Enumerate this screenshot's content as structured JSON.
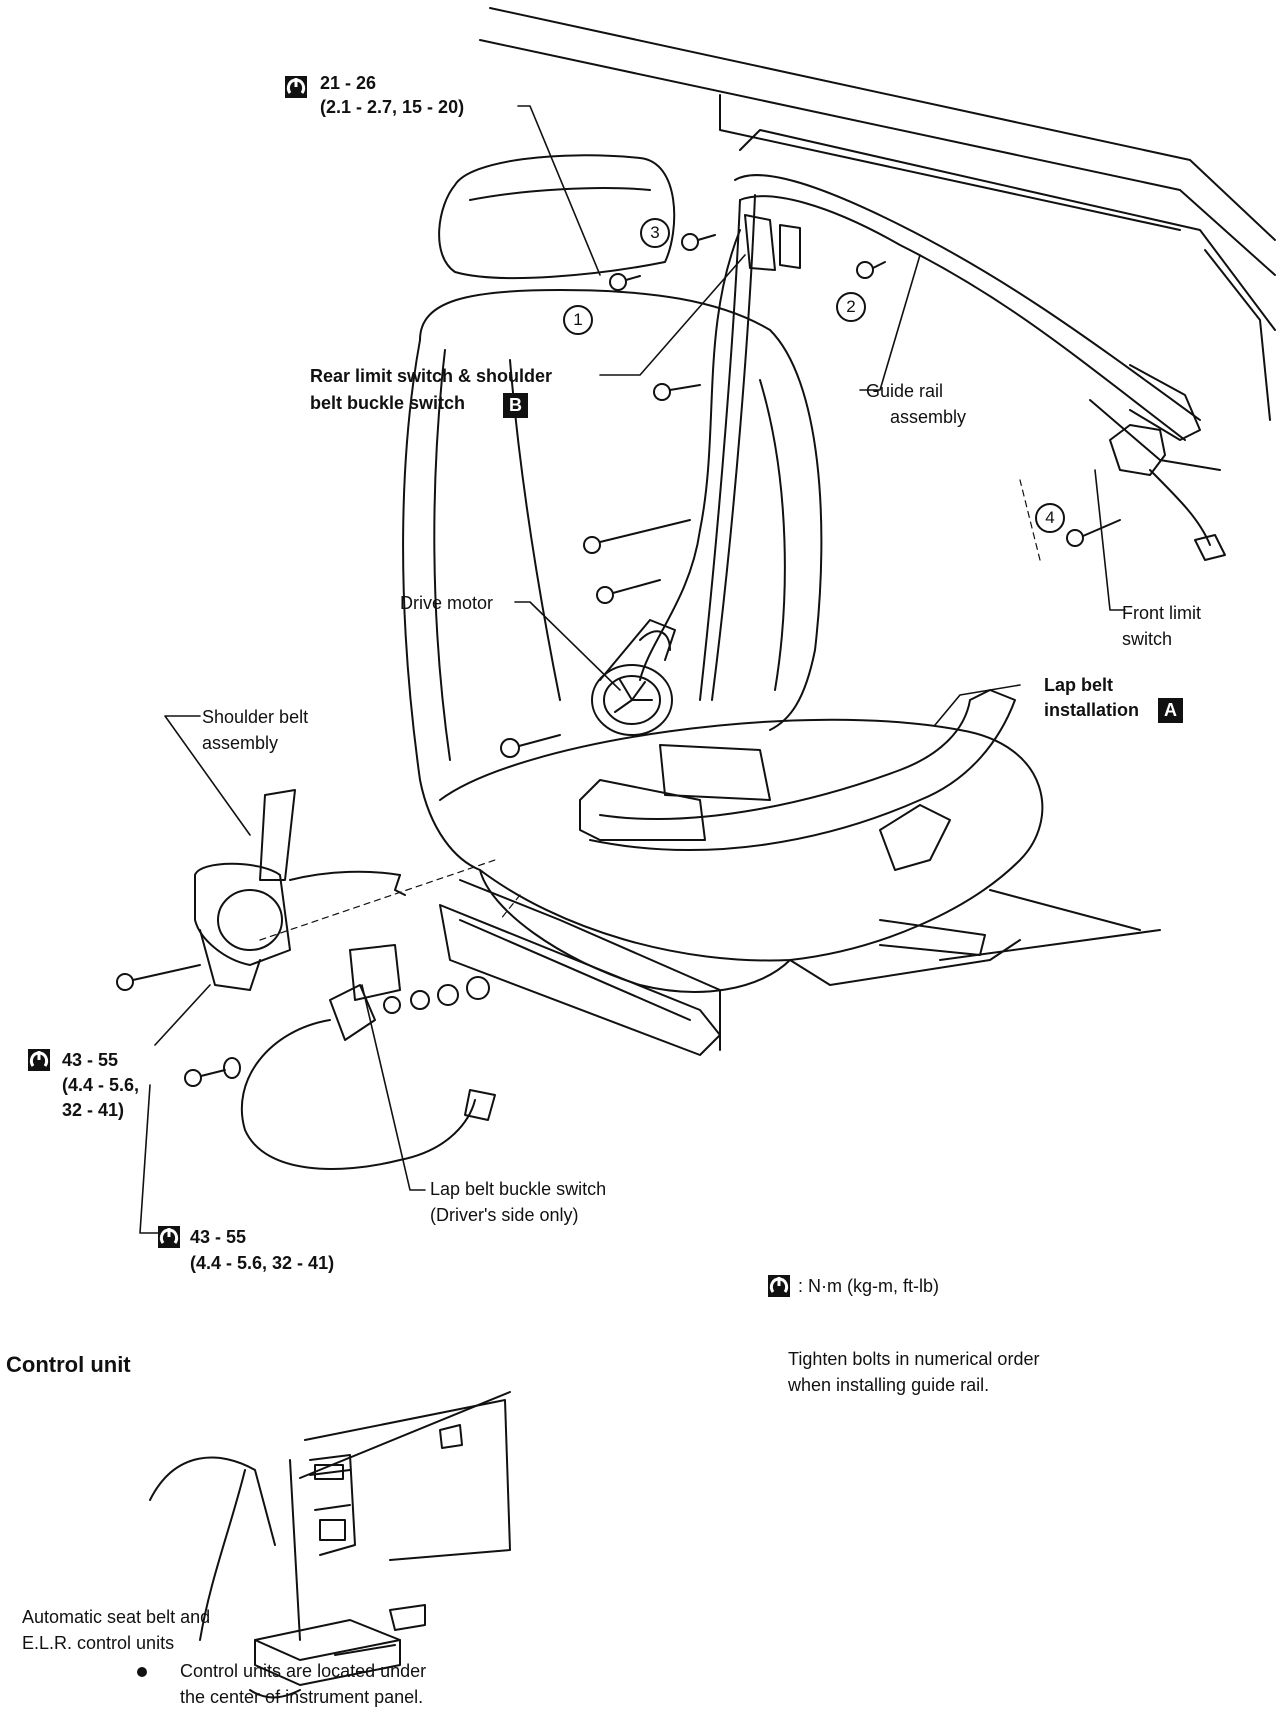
{
  "labels": {
    "torque_top_value": "21 - 26",
    "torque_top_sub": "(2.1 - 2.7, 15 - 20)",
    "rear_limit_line1": "Rear limit switch & shoulder",
    "rear_limit_line2": "belt buckle switch",
    "badge_b": "B",
    "guide_rail_line1": "Guide rail",
    "guide_rail_line2": "assembly",
    "drive_motor": "Drive motor",
    "front_limit_line1": "Front limit",
    "front_limit_line2": "switch",
    "lap_belt_line1": "Lap belt",
    "lap_belt_line2": "installation",
    "badge_a": "A",
    "shoulder_belt_line1": "Shoulder belt",
    "shoulder_belt_line2": "assembly",
    "torque_left_line1": "43 - 55",
    "torque_left_line2": "(4.4 - 5.6,",
    "torque_left_line3": "32 - 41)",
    "lap_buckle_line1": "Lap belt buckle switch",
    "lap_buckle_line2": "(Driver's side only)",
    "torque_bottom_line1": "43 - 55",
    "torque_bottom_line2": "(4.4 - 5.6, 32 - 41)",
    "legend_units": ": N·m (kg-m, ft-lb)",
    "tighten_line1": "Tighten bolts in numerical order",
    "tighten_line2": "when installing guide rail.",
    "control_unit_heading": "Control unit",
    "auto_seat_line1": "Automatic seat belt and",
    "auto_seat_line2": "E.L.R. control units",
    "note_line1": "Control units are located under",
    "note_line2": "the center of instrument panel."
  },
  "callout_numbers": {
    "n1": "1",
    "n2": "2",
    "n3": "3",
    "n4": "4"
  },
  "icons": {
    "torque": "torque-wrench-icon"
  }
}
